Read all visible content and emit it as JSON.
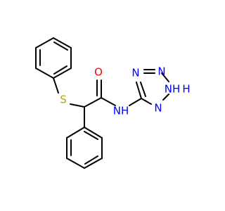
{
  "molecule": {
    "atoms": {
      "S": {
        "label": "S",
        "color": "#b3a400"
      },
      "O": {
        "label": "O",
        "color": "#ff0000"
      },
      "NH_amide": {
        "label": "NH",
        "color": "#0000ff"
      },
      "N1": {
        "label": "N",
        "color": "#0000ff"
      },
      "N2": {
        "label": "N",
        "color": "#0000ff"
      },
      "N3": {
        "label": "N",
        "color": "#0000ff"
      },
      "NH_ring": {
        "label": "NH",
        "color": "#0000ff"
      },
      "H_ring": {
        "label": "H",
        "color": "#0000ff"
      }
    },
    "bond_color": "#000000"
  }
}
